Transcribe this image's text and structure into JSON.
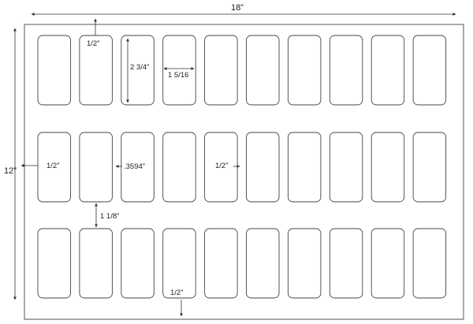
{
  "sheet": {
    "width_label": "18”",
    "height_label": "12”"
  },
  "label_grid": {
    "rows": 3,
    "columns": 10,
    "label_count": 30
  },
  "dimensions": {
    "top_margin": "1/2”",
    "label_height": "2 3/4”",
    "label_width": "1 5/16",
    "left_margin": "1/2”",
    "horizontal_gap": ".3594”",
    "inner_half_inch": "1/2”",
    "vertical_gap": "1 1/8”",
    "bottom_margin": "1/2”"
  },
  "colors": {
    "line": "#333333",
    "sheet_border": "#555555",
    "label_outline": "#444444"
  }
}
